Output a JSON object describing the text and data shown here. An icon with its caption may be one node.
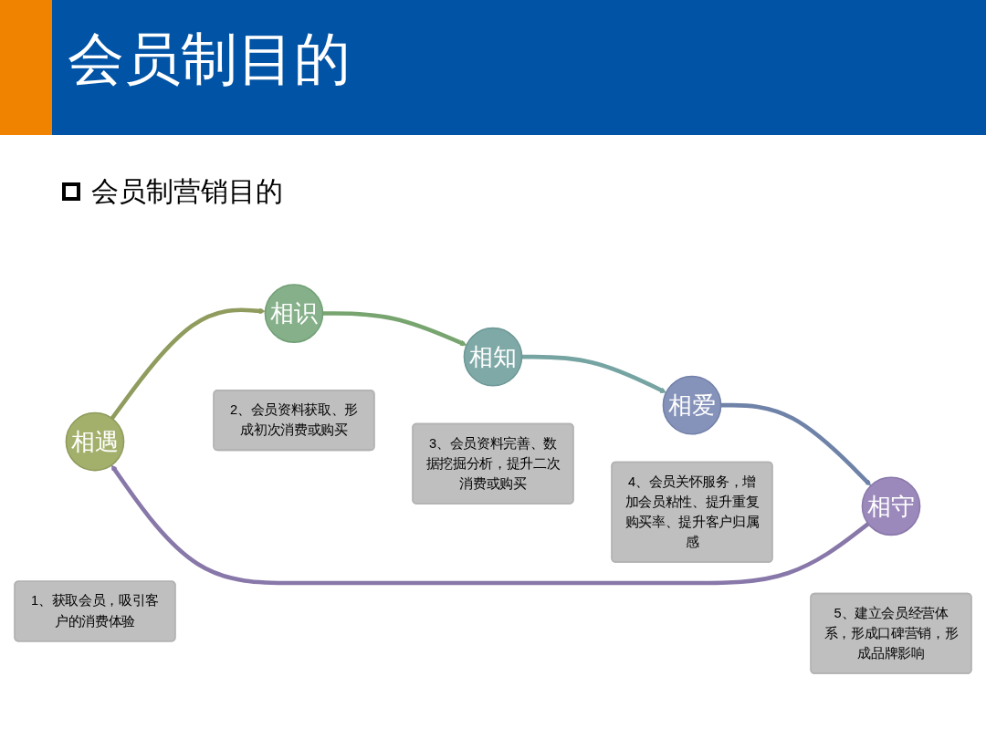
{
  "diagram": {
    "title": "会员制目的",
    "nodes": [
      {
        "text": [
          "相遇"
        ]
      },
      {
        "text": [
          "相识"
        ]
      },
      {
        "text": [
          "相知"
        ]
      },
      {
        "text": [
          "相爱"
        ]
      },
      {
        "text": [
          "相守"
        ]
      },
      {
        "text": [
          "1、获取会员，吸引客户的消费体验"
        ]
      },
      {
        "text": [
          "2、会员资料获取、形成初次消费或购买"
        ]
      },
      {
        "text": [
          "3、会员资料完善、数据挖掘分析，提升二次消费或购买"
        ]
      },
      {
        "text": [
          "4、会员关怀服务，增加会员粘性、提升重复购买率、提升客户归属感"
        ]
      },
      {
        "text": [
          "5、建立会员经营体系，形成口碑营销，形成品牌影响"
        ]
      }
    ],
    "edges": [
      {
        "from": 0,
        "to": 1,
        "arrow": "to",
        "color": "#8f9c5e"
      },
      {
        "from": 1,
        "to": 2,
        "arrow": "to",
        "color": "#78a56f"
      },
      {
        "from": 2,
        "to": 3,
        "arrow": "to",
        "color": "#76a4a2"
      },
      {
        "from": 3,
        "to": 4,
        "arrow": "to",
        "color": "#6f82a8"
      },
      {
        "from": 4,
        "to": 0,
        "arrow": "to",
        "color": "#8878a9"
      }
    ],
    "labels": [
      "会员制营销目的"
    ]
  }
}
